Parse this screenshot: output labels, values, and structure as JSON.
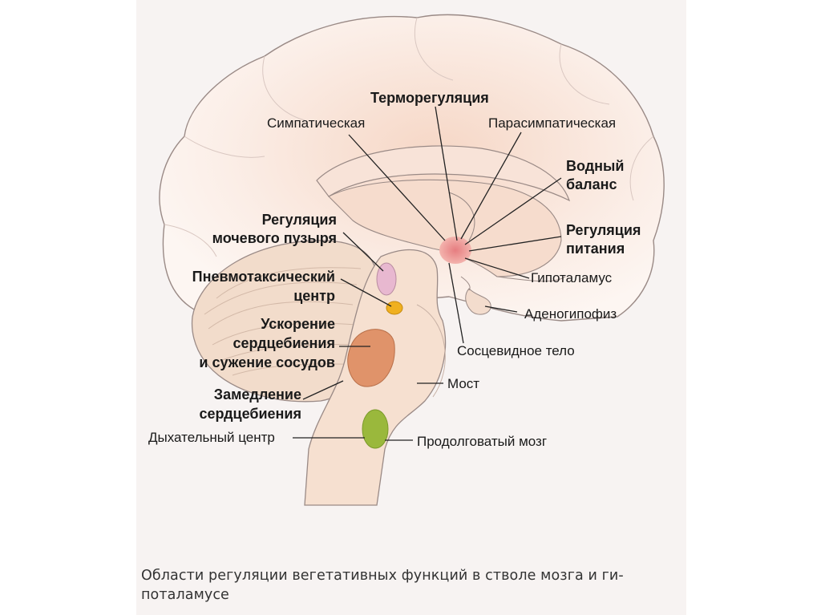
{
  "labels": {
    "thermoregulation": "Терморегуляция",
    "sympathetic": "Симпатическая",
    "parasympathetic": "Парасимпатическая",
    "water_balance_1": "Водный",
    "water_balance_2": "баланс",
    "bladder_1": "Регуляция",
    "bladder_2": "мочевого пузыря",
    "pneumotaxic_1": "Пневмотаксический",
    "pneumotaxic_2": "центр",
    "nutrition_1": "Регуляция",
    "nutrition_2": "питания",
    "hypothalamus": "Гипоталамус",
    "adenohypophysis": "Аденогипофиз",
    "accel_1": "Ускорение",
    "accel_2": "сердцебиения",
    "accel_3": "и сужение сосудов",
    "mammillary": "Сосцевидное тело",
    "pons": "Мост",
    "slow_1": "Замедление",
    "slow_2": "сердцебиения",
    "respiratory": "Дыхательный центр",
    "medulla": "Продолговатый мозг"
  },
  "caption": "Области регуляции вегетативных функций в стволе мозга и ги-поталамусе",
  "colors": {
    "cortex": "#fbeee7",
    "outline": "#9a8a86",
    "cerebellum": "#f2dccb",
    "brainstem": "#f6e0d0",
    "hypothalamus_spot": "#e88a8a",
    "bladder_spot": "#e8b8d0",
    "pneumotaxic_spot": "#f0b020",
    "accel_spot": "#e0936a",
    "respiratory_spot": "#9ab83c"
  }
}
